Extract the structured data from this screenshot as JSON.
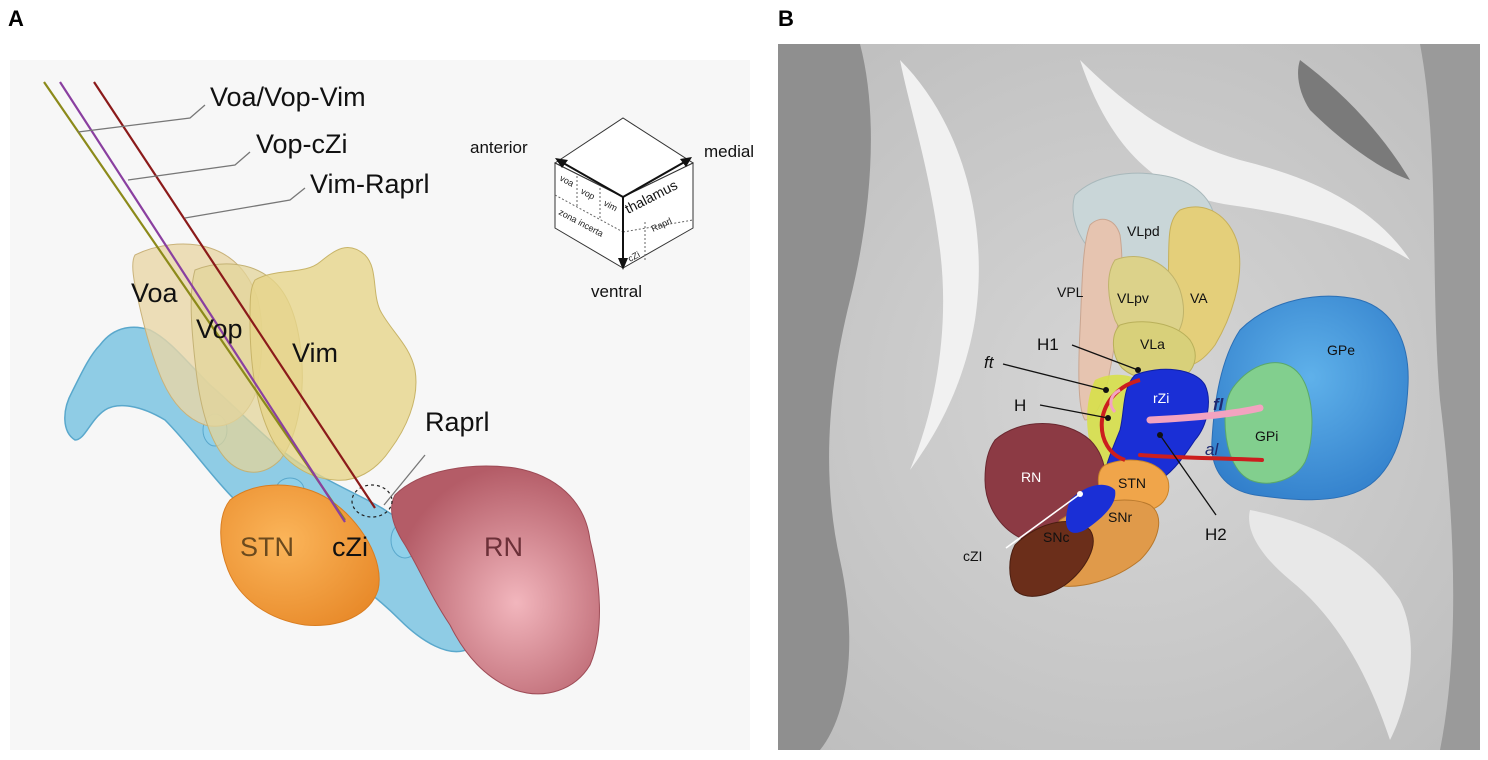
{
  "panel_a": {
    "letter": "A",
    "leads": [
      "Voa/Vop-Vim",
      "Vop-cZi",
      "Vim-Raprl"
    ],
    "structures": {
      "voa": "Voa",
      "vop": "Vop",
      "vim": "Vim",
      "raprl": "Raprl",
      "stn": "STN",
      "czi": "cZi",
      "rn": "RN"
    },
    "orientation": {
      "anterior": "anterior",
      "medial": "medial",
      "ventral": "ventral",
      "thalamus": "thalamus",
      "zona_incerta": "zona incerta",
      "voa": "voa",
      "vop": "vop",
      "vim": "vim",
      "raprl": "Raprl",
      "czi": "cZi"
    }
  },
  "panel_b": {
    "letter": "B",
    "labels": {
      "vlpd": "VLpd",
      "vpl": "VPL",
      "vlpv": "VLpv",
      "va": "VA",
      "vla": "VLa",
      "h1": "H1",
      "ft": "ft",
      "h": "H",
      "rzi": "rZi",
      "fl": "fl",
      "al": "al",
      "gpe": "GPe",
      "gpi": "GPi",
      "rn": "RN",
      "stn": "STN",
      "snr": "SNr",
      "snc": "SNc",
      "czi": "cZI",
      "h2": "H2"
    }
  },
  "colors": {
    "thalamus": "#e6d79a",
    "zona_incerta": "#7cc4e2",
    "stn": "#f09a36",
    "rn": "#b9606b",
    "lead_voa": "#8c8a1a",
    "lead_vop": "#8a3fa0",
    "lead_vim": "#8b1a1a",
    "rzi": "#1a2fd6",
    "gpe": "#3f8fd8",
    "gpi": "#7cc98a",
    "tract_red": "#cc1e1e",
    "tract_pink": "#f3a3c0"
  }
}
